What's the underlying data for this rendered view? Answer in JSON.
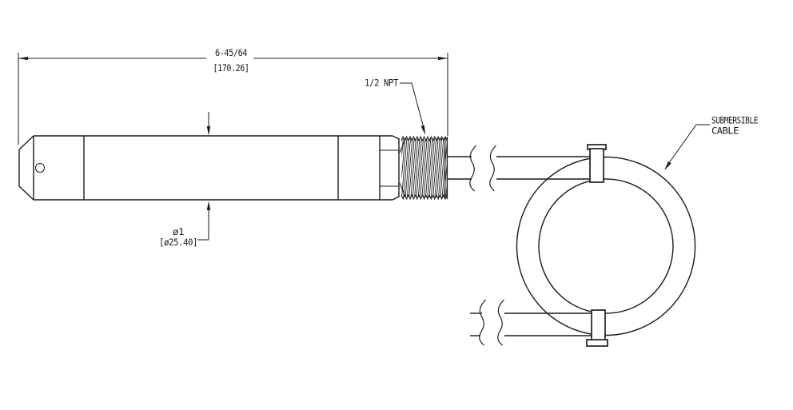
{
  "drawing": {
    "title": "submersible pressure transducer outline drawing",
    "background_color": "#ffffff",
    "line_color": "#1a1a1a",
    "length_dimension": {
      "nominal": "6-45/64",
      "metric": "[170.26]"
    },
    "diameter_dimension": {
      "nominal": "ø1",
      "metric": "[ø25.40]"
    },
    "thread_label": "1/2 NPT",
    "cable_label": {
      "line1": "SUBMERSIBLE",
      "line2": "CABLE"
    }
  }
}
